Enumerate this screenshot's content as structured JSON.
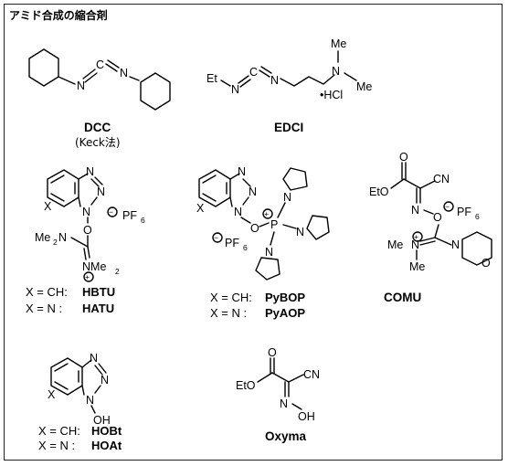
{
  "title": "アミド合成の縮合剤",
  "atoms": {
    "N": "N",
    "C": "C",
    "O": "O",
    "P": "P",
    "X": "X",
    "Et": "Et",
    "Me": "Me",
    "OH": "OH",
    "HCl": "•HCl",
    "Me2N": "Me",
    "NMe2": "NMe",
    "two": "2",
    "six": "6",
    "EtO": "EtO",
    "CN": "CN",
    "PF": "PF",
    "NOH": "N",
    "plus": "+",
    "minus": "−"
  },
  "compounds": {
    "dcc": {
      "name": "DCC",
      "note": "(Keck法)"
    },
    "edci": {
      "name": "EDCI"
    },
    "hbtu": {
      "row1_prefix": "X = CH:",
      "row1_name": "HBTU",
      "row2_prefix": "X = N  :",
      "row2_name": "HATU"
    },
    "pybop": {
      "row1_prefix": "X = CH:",
      "row1_name": "PyBOP",
      "row2_prefix": "X = N  :",
      "row2_name": "PyAOP"
    },
    "comu": {
      "name": "COMU"
    },
    "hobt": {
      "row1_prefix": "X = CH:",
      "row1_name": "HOBt",
      "row2_prefix": "X = N  :",
      "row2_name": "HOAt"
    },
    "oxyma": {
      "name": "Oxyma"
    }
  }
}
